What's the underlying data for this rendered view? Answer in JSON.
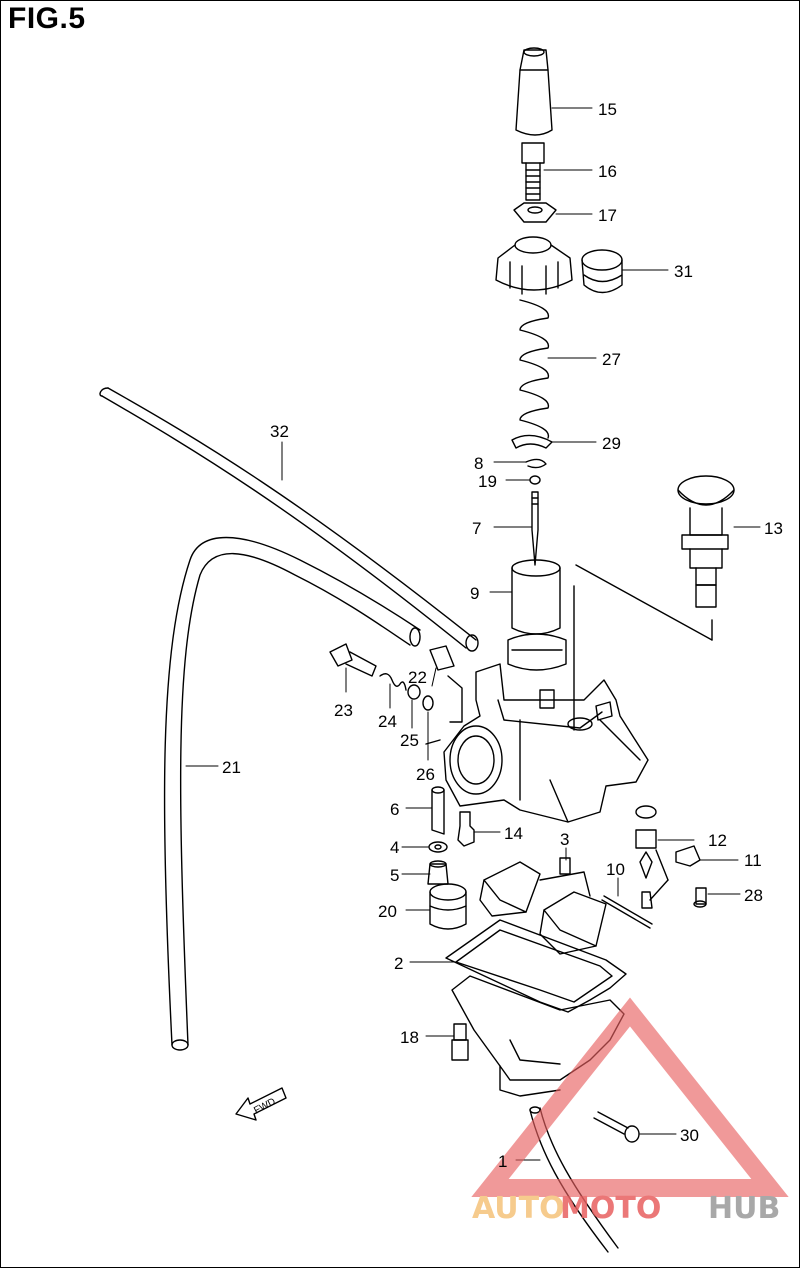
{
  "figure": {
    "title": "FIG.5"
  },
  "callouts": {
    "c1": "1",
    "c2": "2",
    "c3": "3",
    "c4": "4",
    "c5": "5",
    "c6": "6",
    "c7": "7",
    "c8": "8",
    "c9": "9",
    "c10": "10",
    "c11": "11",
    "c12": "12",
    "c13": "13",
    "c14": "14",
    "c15": "15",
    "c16": "16",
    "c17": "17",
    "c18": "18",
    "c19": "19",
    "c20": "20",
    "c21": "21",
    "c22": "22",
    "c23": "23",
    "c24": "24",
    "c25": "25",
    "c26": "26",
    "c27": "27",
    "c28": "28",
    "c29": "29",
    "c30": "30",
    "c31": "31",
    "c32": "32"
  },
  "direction_marker": {
    "label": "FWD"
  },
  "watermark": {
    "part1": "AUTO",
    "part2": "MOTO",
    "part3": "HUB",
    "color_orange": "#f5c27a",
    "color_red": "#e86060",
    "color_gray": "#9a9a9a"
  }
}
